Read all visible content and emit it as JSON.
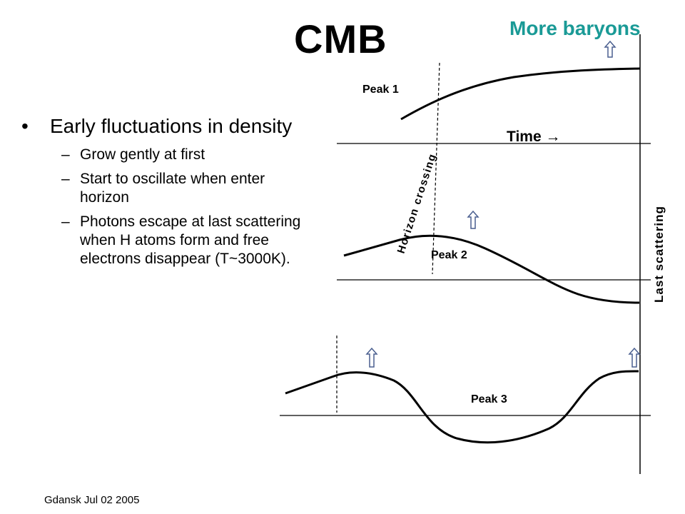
{
  "title": "CMB",
  "annotation_more_baryons": "More baryons",
  "bullets": {
    "main": "Early fluctuations in density",
    "subs": [
      "Grow gently at first",
      "Start to oscillate when enter horizon",
      "Photons escape at last scattering when H atoms form and free electrons disappear (T~3000K)."
    ]
  },
  "diagram": {
    "peak1_label": "Peak 1",
    "peak2_label": "Peak 2",
    "peak3_label": "Peak 3",
    "time_label": "Time →",
    "horizon_label": "Horizon crossing",
    "last_scattering_label": "Last scattering",
    "line_color": "#000000",
    "arrow_fill": "#ffffff",
    "arrow_stroke": "#4a5f8f"
  },
  "footer": "Gdansk Jul 02 2005"
}
